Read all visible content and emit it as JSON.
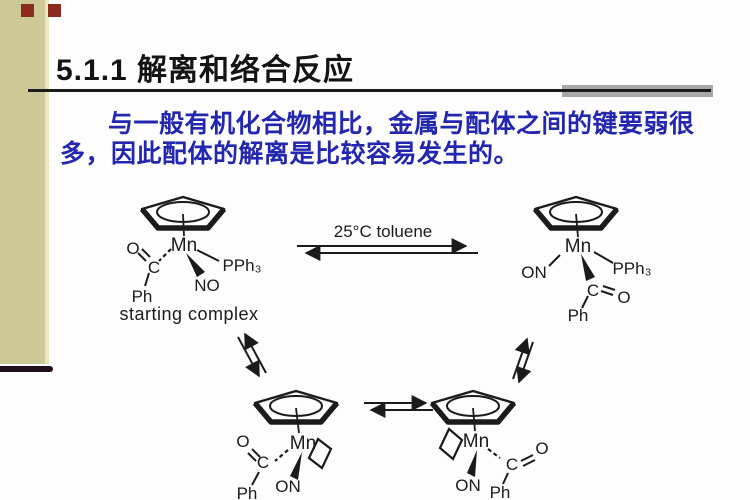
{
  "slide": {
    "title": "5.1.1 解离和络合反应",
    "body": {
      "line1": "与一般有机化合物相比，金属与配体之间的键要弱很",
      "line2": "多，因此配体的解离是比较容易发生的。"
    }
  },
  "colors": {
    "sidebar_band": "#cdc996",
    "accent_square": "#8b2a1e",
    "title_text": "#141414",
    "body_text": "#2326ae",
    "underline": "#1b1b1b",
    "gray_bar": "#a8a8a8",
    "diagram_ink": "#1b1b1b"
  },
  "diagram": {
    "condition_label": "25°C toluene",
    "starting_complex_label": "starting complex",
    "structures": {
      "top_left": {
        "metal": "Mn",
        "o": "O",
        "c": "C",
        "ph": "Ph",
        "no": "NO",
        "pph3": "PPh₃"
      },
      "top_right": {
        "metal": "Mn",
        "on": "ON",
        "pph3": "PPh₃",
        "c": "C",
        "o": "O",
        "ph": "Ph"
      },
      "bottom_left": {
        "metal": "Mn",
        "o": "O",
        "c": "C",
        "ph": "Ph",
        "on": "ON"
      },
      "bottom_right": {
        "metal": "Mn",
        "c": "C",
        "o": "O",
        "ph": "Ph",
        "on": "ON"
      }
    }
  }
}
